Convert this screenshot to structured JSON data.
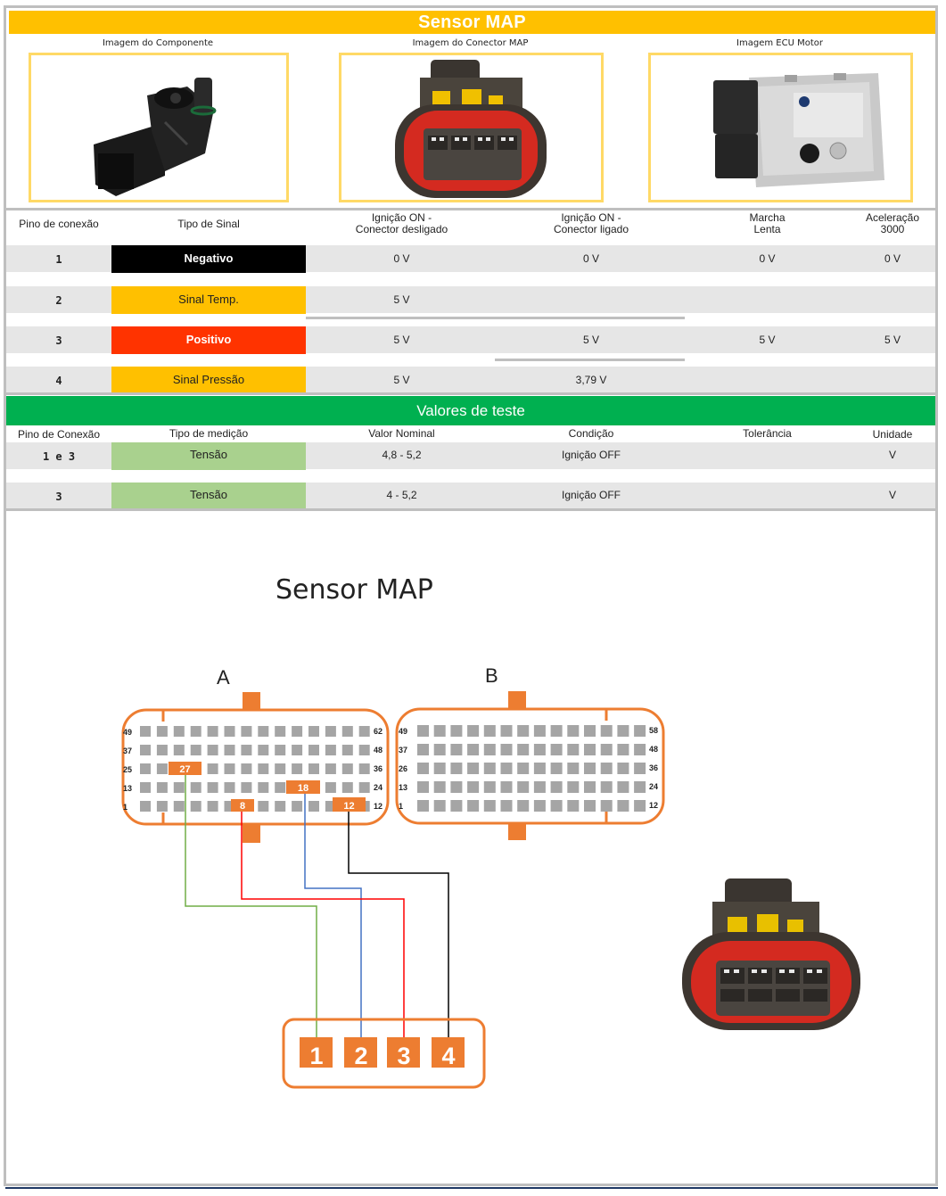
{
  "title": "Sensor MAP",
  "images": {
    "component_label": "Imagem do Componente",
    "connector_label": "Imagem do Conector MAP",
    "ecu_label": "Imagem ECU Motor"
  },
  "signal_table": {
    "headers": {
      "pin": "Pino de conexão",
      "signal": "Tipo de Sinal",
      "ign_off_line1": "Ignição ON -",
      "ign_off_line2": "Conector desligado",
      "ign_on_line1": "Ignição ON -",
      "ign_on_line2": "Conector ligado",
      "idle_line1": "Marcha",
      "idle_line2": "Lenta",
      "accel_line1": "Aceleração",
      "accel_line2": "3000"
    },
    "rows": [
      {
        "pin": "1",
        "signal": "Negativo",
        "color": "#000000",
        "text_color": "#ffffff",
        "bold": true,
        "disconnected": "0 V",
        "connected": "0 V",
        "idle": "0 V",
        "accel": "0 V"
      },
      {
        "pin": "2",
        "signal": "Sinal Temp.",
        "color": "#ffc000",
        "text_color": "#222222",
        "bold": false,
        "disconnected": "5 V",
        "connected": "",
        "idle": "",
        "accel": ""
      },
      {
        "pin": "3",
        "signal": "Positivo",
        "color": "#ff3300",
        "text_color": "#ffffff",
        "bold": true,
        "disconnected": "5 V",
        "connected": "5 V",
        "idle": "5 V",
        "accel": "5 V"
      },
      {
        "pin": "4",
        "signal": "Sinal Pressão",
        "color": "#ffc000",
        "text_color": "#222222",
        "bold": false,
        "disconnected": "5 V",
        "connected": "3,79 V",
        "idle": "",
        "accel": ""
      }
    ]
  },
  "test_values": {
    "title": "Valores de teste",
    "headers": {
      "pin": "Pino de Conexão",
      "measure": "Tipo de medição",
      "nominal": "Valor Nominal",
      "condition": "Condição",
      "tolerance": "Tolerância",
      "unit": "Unidade"
    },
    "rows": [
      {
        "pin": "1 e 3",
        "measure": "Tensão",
        "nominal": "4,8 - 5,2",
        "condition": "Ignição OFF",
        "tolerance": "",
        "unit": "V"
      },
      {
        "pin": "3",
        "measure": "Tensão",
        "nominal": "4 - 5,2",
        "condition": "Ignição OFF",
        "tolerance": "",
        "unit": "V"
      }
    ],
    "measure_color": "#a9d18e"
  },
  "diagram": {
    "title": "Sensor MAP",
    "connector_a_label": "A",
    "connector_b_label": "B",
    "a_row_labels_left": [
      "49",
      "37",
      "25",
      "13",
      "1"
    ],
    "a_row_labels_right": [
      "62",
      "48",
      "36",
      "24",
      "12"
    ],
    "b_row_labels_left": [
      "49",
      "37",
      "26",
      "13",
      "1"
    ],
    "b_row_labels_right": [
      "58",
      "48",
      "36",
      "24",
      "12"
    ],
    "highlighted_pins": [
      "27",
      "18",
      "8",
      "12"
    ],
    "sensor_pins": [
      "1",
      "2",
      "3",
      "4"
    ],
    "wires": [
      {
        "ecu_pin": "27",
        "sensor_pin": "1",
        "color": "#70ad47"
      },
      {
        "ecu_pin": "18",
        "sensor_pin": "2",
        "color": "#4472c4"
      },
      {
        "ecu_pin": "8",
        "sensor_pin": "3",
        "color": "#ff0000"
      },
      {
        "ecu_pin": "12",
        "sensor_pin": "4",
        "color": "#000000"
      }
    ],
    "accent": "#ed7d31",
    "pin_gray": "#a5a5a5"
  }
}
